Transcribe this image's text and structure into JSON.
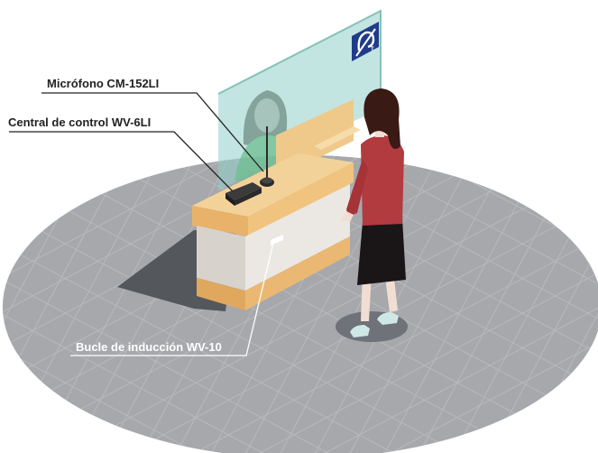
{
  "labels": {
    "microphone": "Micrófono CM-152LI",
    "control_unit": "Central de control WV-6LI",
    "induction_loop": "Bucle de inducción  WV-10"
  },
  "colors": {
    "floor": "#a6a8ac",
    "glass": "#7fc7c1",
    "counter_wood": "#eec27e",
    "counter_panel": "#e9e6e1",
    "woman_top": "#b23b3f",
    "woman_skirt": "#1a1517",
    "woman_hair": "#3a1a14",
    "sign_bg": "#1f3b8a",
    "callout_line": "#222222",
    "loop_line": "#ffffff"
  },
  "icons": {
    "hearing_loop_sign": "hearing-loop-icon"
  }
}
